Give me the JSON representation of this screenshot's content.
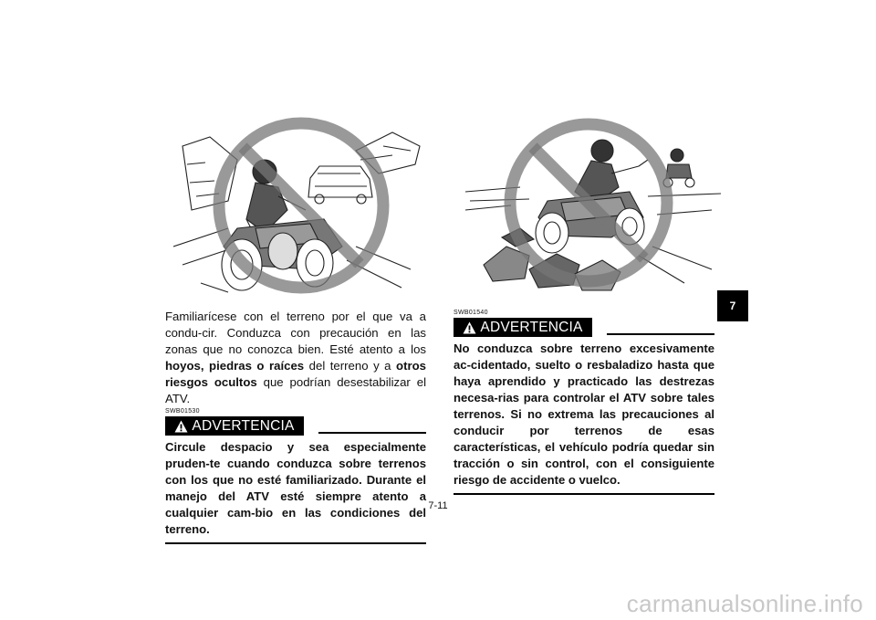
{
  "left_column": {
    "paragraph_parts": [
      {
        "text": "Familiarícese con el terreno por el que va a condu-cir. Conduzca con precaución en las zonas que no conozca bien. Esté atento a los ",
        "bold": false
      },
      {
        "text": "hoyos, piedras o raíces",
        "bold": true
      },
      {
        "text": " del terreno y a ",
        "bold": false
      },
      {
        "text": "otros riesgos ocultos",
        "bold": true
      },
      {
        "text": " que podrían desestabilizar el ATV.",
        "bold": false
      }
    ],
    "warning_code": "SWB01530",
    "warning_label": "ADVERTENCIA",
    "warning_text": "Circule despacio y sea especialmente pruden-te cuando conduzca sobre terrenos con los que no esté familiarizado. Durante el manejo del ATV esté siempre atento a cualquier cam-bio en las condiciones del terreno."
  },
  "right_column": {
    "warning_code": "SWB01540",
    "warning_label": "ADVERTENCIA",
    "warning_text": "No conduzca sobre terreno excesivamente ac-cidentado, suelto o resbaladizo hasta que haya aprendido y practicado las destrezas necesa-rias para controlar el ATV sobre tales terrenos. Si no extrema las precauciones al conducir por terrenos de esas características, el vehículo podría quedar sin tracción o sin control, con el consiguiente riesgo de accidente o vuelco."
  },
  "chapter_tab": "7",
  "page_number": "7-11",
  "watermark": "carmanualsonline.info",
  "icons": {
    "warning": "warning-triangle-icon",
    "prohibition": "prohibition-circle-icon"
  }
}
